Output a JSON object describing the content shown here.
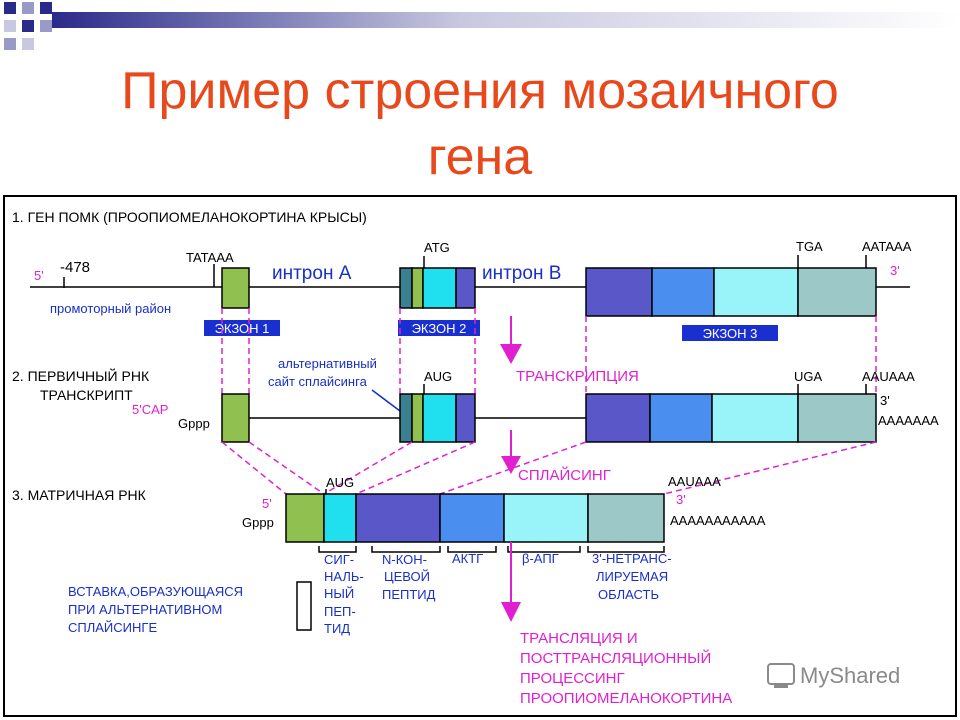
{
  "title": {
    "line1": "Пример строения мозаичного",
    "line2": "гена"
  },
  "colors": {
    "title": "#e8491c",
    "magenta": "#e020d0",
    "blue_text": "#1830c8",
    "exon_green": "#8fc050",
    "purple": "#5a58c8",
    "blue": "#4a8ef0",
    "cyan": "#20e0f0",
    "light_cyan": "#98f4f8",
    "teal_gray": "#9cc8c8",
    "label_box": "#1a2fd0"
  },
  "section1": {
    "header": "1. ГЕН ПОМК (ПРООПИОМЕЛАНОКОРТИНА КРЫСЫ)",
    "five_prime": "5'",
    "three_prime": "3'",
    "pos": "-478",
    "tataaa": "TATAAA",
    "atg": "ATG",
    "tga": "TGA",
    "aataaa": "AATAAA",
    "intron_a": "интрон A",
    "intron_b": "интрон B",
    "promoter": "промоторный район",
    "exon1": "ЭКЗОН 1",
    "exon2": "ЭКЗОН 2",
    "exon3": "ЭКЗОН 3"
  },
  "section2": {
    "header1": "2. ПЕРВИЧНЫЙ РНК",
    "header2": "ТРАНСКРИПТ",
    "cap": "5'CAP",
    "gppp": "Gppp",
    "alt1": "альтернативный",
    "alt2": "сайт сплайсинга",
    "aug": "AUG",
    "uga": "UGA",
    "aauaaa": "AAUAAA",
    "three_prime": "3'",
    "polya": "AAAAAAA",
    "transcription": "ТРАНСКРИПЦИЯ"
  },
  "section3": {
    "header": "3. МАТРИЧНАЯ РНК",
    "five_prime": "5'",
    "gppp": "Gppp",
    "aug": "AUG",
    "aauaaa": "AAUAAA",
    "three_prime": "3'",
    "polya": "AAAAAAAAAAA",
    "splicing": "СПЛАЙСИНГ",
    "signal": [
      "СИГ-",
      "НАЛЬ-",
      "НЫЙ",
      "ПЕП-",
      "ТИД"
    ],
    "nterm": [
      "N-КОН-",
      "ЦЕВОЙ",
      "ПЕПТИД"
    ],
    "actg": "АКТГ",
    "bapg": "β-АПГ",
    "utr": [
      "3'-НЕТРАНС-",
      "ЛИРУЕМАЯ",
      "ОБЛАСТЬ"
    ],
    "insert": [
      "ВСТАВКА,ОБРАЗУЮЩАЯСЯ",
      "ПРИ АЛЬТЕРНАТИВНОМ",
      "СПЛАЙСИНГЕ"
    ],
    "translation": [
      "ТРАНСЛЯЦИЯ И",
      "ПОСТТРАНСЛЯЦИОННЫЙ",
      "ПРОЦЕССИНГ",
      "ПРООПИОМЕЛАНОКОРТИНА"
    ]
  },
  "watermark": "MyShared"
}
